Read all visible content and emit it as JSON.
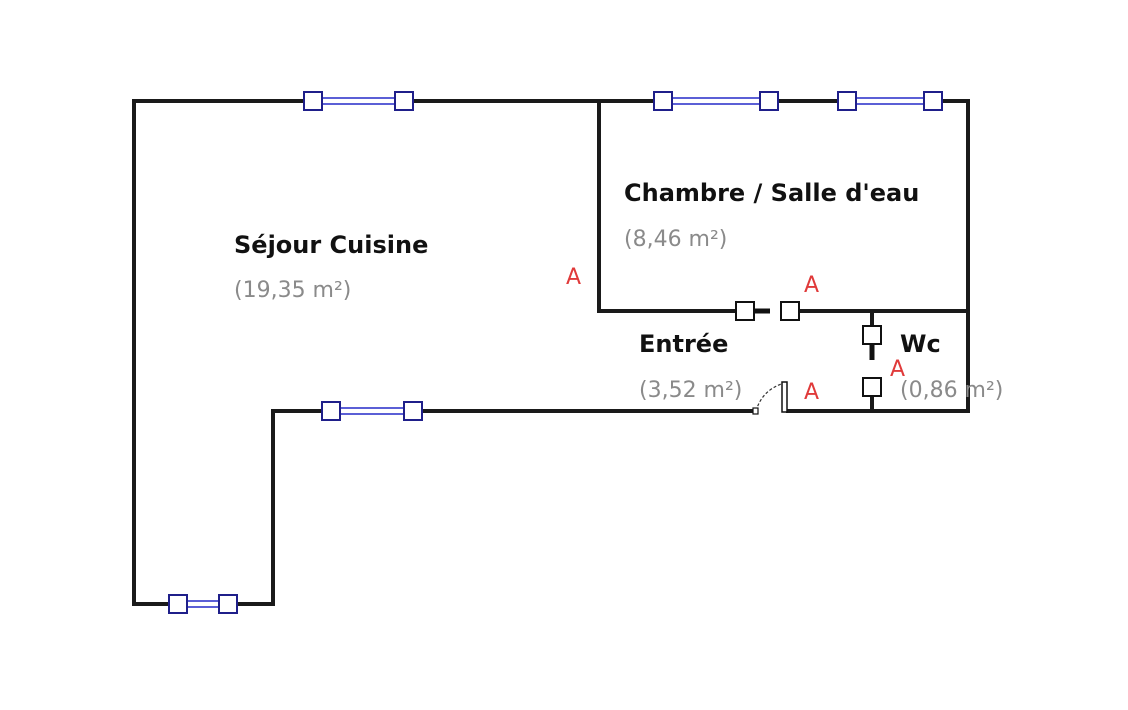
{
  "plan": {
    "colors": {
      "wall": "#1a1a1a",
      "window": "#5b5fd6",
      "handle": "#1f1f8a",
      "room_label": "#111111",
      "area_label": "#8a8a8a",
      "marker": "#e03a3a"
    },
    "rooms": {
      "sejour": {
        "name": "Séjour Cuisine",
        "area": "(19,35 m²)"
      },
      "chambre": {
        "name": "Chambre / Salle d'eau",
        "area": "(8,46 m²)"
      },
      "entree": {
        "name": "Entrée",
        "area": "(3,52 m²)"
      },
      "wc": {
        "name": "Wc",
        "area": "(0,86 m²)"
      }
    },
    "markers": {
      "m1": "A",
      "m2": "A",
      "m3": "A",
      "m4": "A"
    }
  }
}
